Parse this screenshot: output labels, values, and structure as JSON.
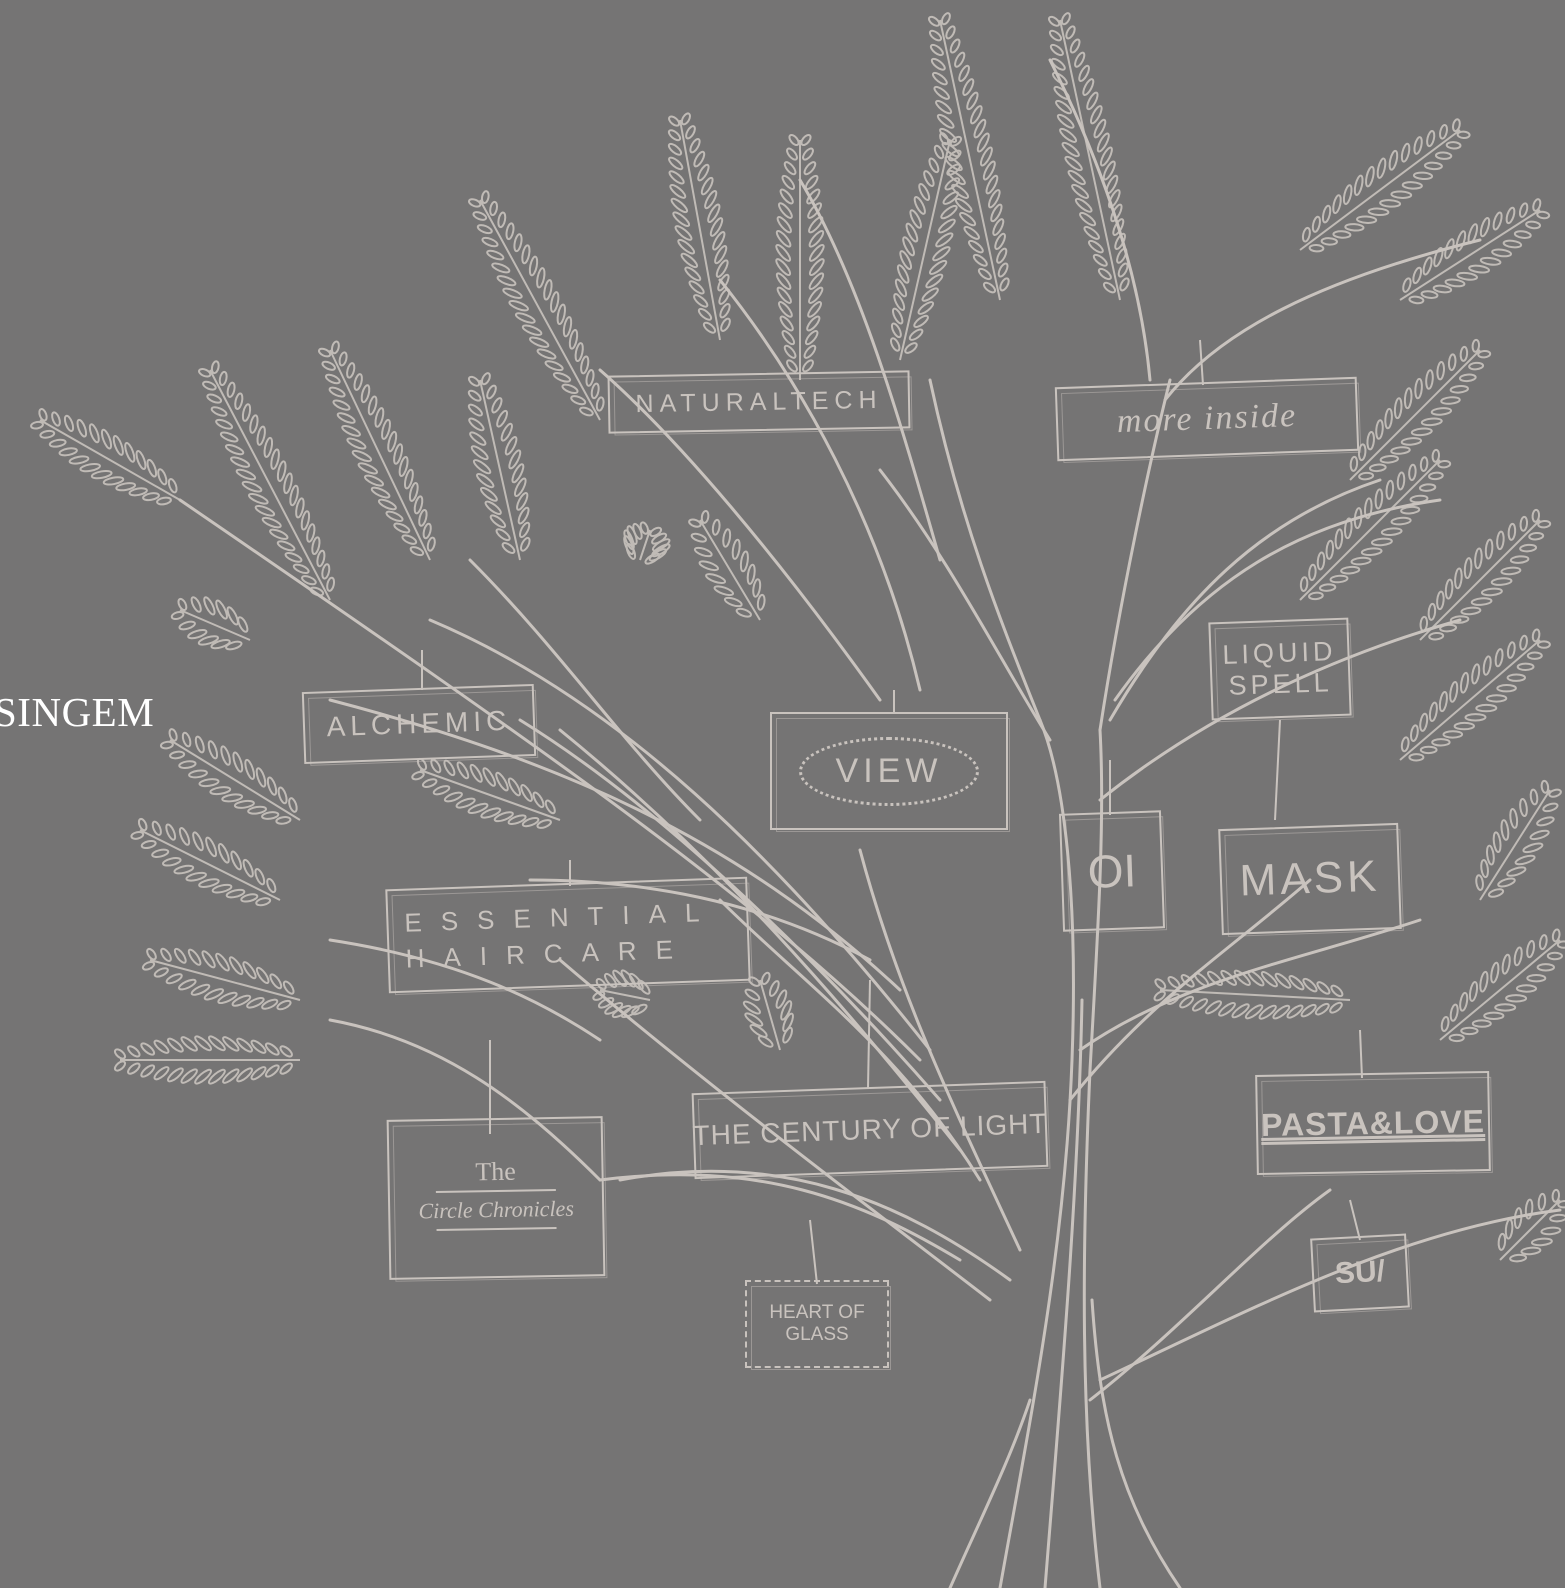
{
  "side_label": "SINGEM",
  "colors": {
    "background": "#757474",
    "line": "#c9c3be",
    "side_label": "#ffffff"
  },
  "tags": {
    "naturaltech": "NATURALTECH",
    "more_inside": "more inside",
    "liquid_spell": "LIQUID SPELL",
    "alchemic": "ALCHEMIC",
    "view": "VIEW",
    "oi": "OI",
    "mask": "MASK",
    "essential_haircare": "ESSENTIAL HAIRCARE",
    "pasta_love": "PASTA&LOVE",
    "century_of_light": "THE CENTURY OF LIGHT",
    "circle_chronicles_the": "The",
    "circle_chronicles_name": "Circle Chronicles",
    "heart_of_glass": "HEART OF GLASS",
    "su": "SU/"
  }
}
